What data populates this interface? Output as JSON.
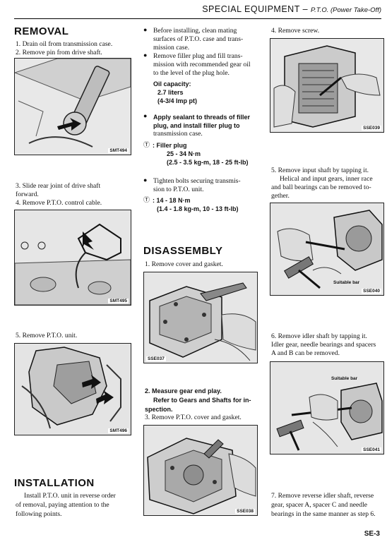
{
  "header": {
    "title": "SPECIAL EQUIPMENT",
    "sep": " – ",
    "subtitle": "P.T.O. (Power Take-Off)"
  },
  "removal": {
    "title": "REMOVAL",
    "step1": "1.  Drain oil from transmission case.",
    "step2": "2.  Remove pin from drive shaft.",
    "fig1": "SMT494",
    "step3a": "3.  Slide rear joint of drive shaft",
    "step3b": "forward.",
    "step4": "4.  Remove P.T.O. control cable.",
    "fig2": "SMT495",
    "step5": "5.  Remove P.T.O. unit.",
    "fig3": "SMT496"
  },
  "installation": {
    "title": "INSTALLATION",
    "text1": "Install P.T.O. unit in reverse order",
    "text2": "of removal, paying attention to the",
    "text3": "following points."
  },
  "notes": {
    "b1a": "Before  installing,  clean  mating",
    "b1b": "surfaces of P.T.O. case and trans-",
    "b1c": "mission case.",
    "b2a": "Remove filler plug and fill trans-",
    "b2b": "mission with recommended gear oil",
    "b2c": "to the level of the plug hole.",
    "oil_label": "Oil capacity:",
    "oil_1": "2.7 liters",
    "oil_2": "(4-3/4 Imp pt)",
    "b3a": "Apply sealant to threads of filler",
    "b3b": "plug,  and  install  filler  plug  to",
    "b3c": "transmission case.",
    "torque_icon": "Ⓣ",
    "filler_label": ": Filler plug",
    "filler_1": "25 - 34 N·m",
    "filler_2": "(2.5 - 3.5 kg-m, 18 - 25 ft-lb)",
    "b4a": "Tighten  bolts  securing  transmis-",
    "b4b": "sion to P.T.O. unit.",
    "bolt_1": ": 14 - 18 N·m",
    "bolt_2": "(1.4 - 1.8 kg-m, 10 - 13 ft-lb)"
  },
  "disassembly": {
    "title": "DISASSEMBLY",
    "step1": "1.  Remove cover and gasket.",
    "fig1": "SSE037",
    "step2a": "2.  Measure gear end play.",
    "step2b": "Refer to Gears and Shafts for in-",
    "step2c": "spection.",
    "step3": "3.  Remove P.T.O. cover and gasket.",
    "fig2": "SSE038"
  },
  "right": {
    "step4": "4.  Remove screw.",
    "fig1": "SSE039",
    "step5a": "5.  Remove input shaft by tapping it.",
    "step5b": "Helical and input gears, inner race",
    "step5c": "and ball bearings can be removed to-",
    "step5d": "gether.",
    "bar1": "Suitable bar",
    "fig2": "SSE040",
    "step6a": "6.  Remove idler shaft by tapping it.",
    "step6b": "Idler gear, needle bearings and spacers",
    "step6c": "A and B can be removed.",
    "bar2": "Suitable bar",
    "fig3": "SSE041",
    "step7a": "7.  Remove reverse idler shaft, reverse",
    "step7b": "gear, spacer A, spacer C and needle",
    "step7c": "bearings in the same manner as step 6."
  },
  "page_number": "SE-3"
}
